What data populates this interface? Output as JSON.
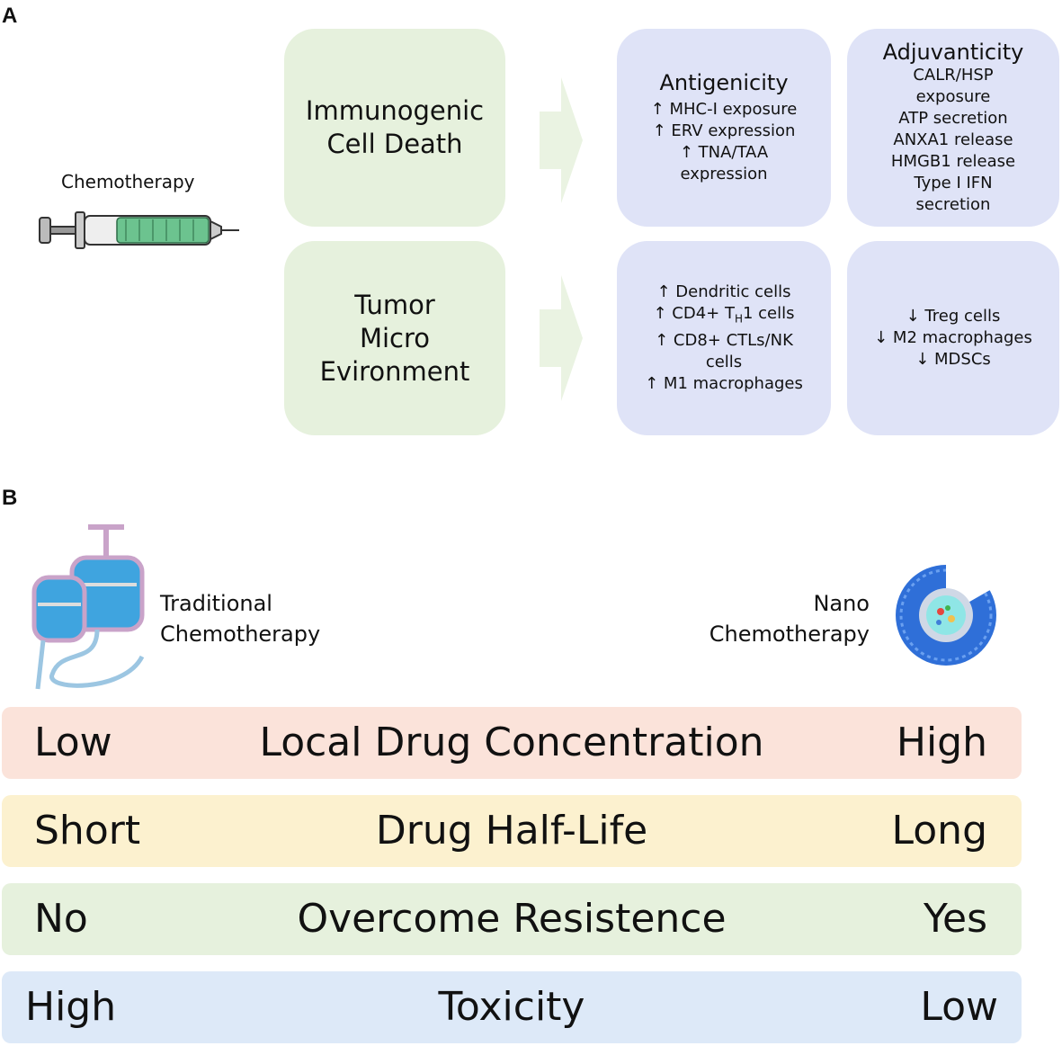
{
  "panel_a": {
    "label": "A",
    "chemo_label": "Chemotherapy",
    "icd_box": [
      "Immunogenic",
      "Cell Death"
    ],
    "tme_box": [
      "Tumor",
      "Micro",
      "Evironment"
    ],
    "antigenicity": {
      "title": "Antigenicity",
      "lines": [
        "↑ MHC-I exposure",
        "↑ ERV expression",
        "↑ TNA/TAA",
        "expression"
      ]
    },
    "adjuvanticity": {
      "title": "Adjuvanticity",
      "lines": [
        "CALR/HSP",
        "exposure",
        "ATP secretion",
        "ANXA1 release",
        "HMGB1 release",
        "Type I IFN",
        "secretion"
      ]
    },
    "immune_up": {
      "line1": "↑ Dendritic cells",
      "line2_pre": "↑ CD4+ T",
      "line2_sub": "H",
      "line2_post": "1 cells",
      "line3": "↑ CD8+ CTLs/NK",
      "line4": "cells",
      "line5": "↑ M1 macrophages"
    },
    "immune_down": [
      "↓ Treg cells",
      "↓ M2 macrophages",
      "↓ MDSCs"
    ]
  },
  "panel_b": {
    "label": "B",
    "traditional": [
      "Traditional",
      "Chemotherapy"
    ],
    "nano": [
      "Nano",
      "Chemotherapy"
    ],
    "rows": [
      {
        "left": "Low",
        "center": "Local Drug Concentration",
        "right": "High",
        "color": "#fbe3da"
      },
      {
        "left": "Short",
        "center": "Drug Half-Life",
        "right": "Long",
        "color": "#fcf1cf"
      },
      {
        "left": "No",
        "center": "Overcome Resistence",
        "right": "Yes",
        "color": "#e6f1dd"
      },
      {
        "left": "High",
        "center": "Toxicity",
        "right": "Low",
        "color": "#dde9f8"
      }
    ]
  },
  "colors": {
    "green_box": "#e6f1dd",
    "blue_box": "#dfe3f7",
    "arrow": "#eaf3e2"
  }
}
